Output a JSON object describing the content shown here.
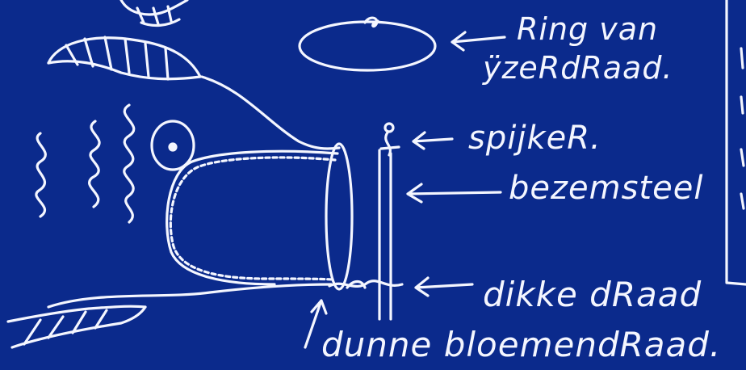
{
  "colors": {
    "background": "#0b2a8c",
    "ink": "#f4f6ff"
  },
  "labels": {
    "ring_line1": "Ring van",
    "ring_line2": "ÿzeRdRaad.",
    "spijker": "spijkeR.",
    "bezemsteel": "bezemsteel",
    "dikke_draad": "dikke dRaad",
    "dunne_draad": "dunne bloemendRaad."
  }
}
